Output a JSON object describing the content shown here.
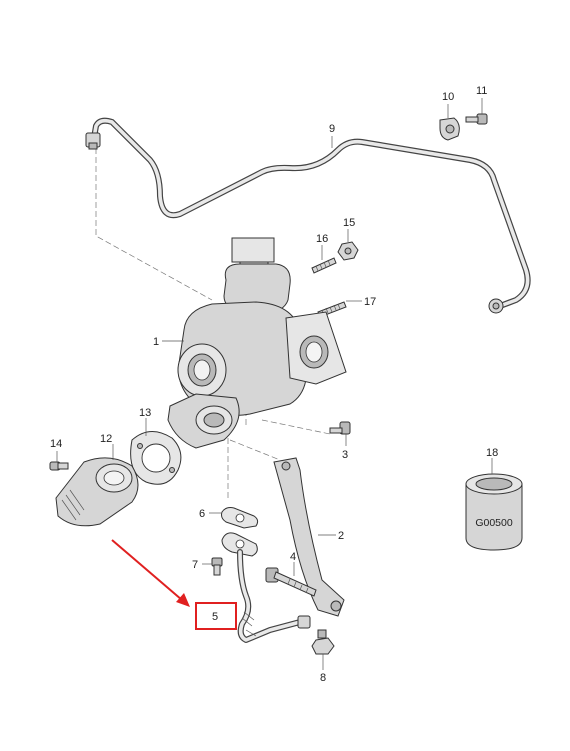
{
  "callouts": [
    {
      "id": "1",
      "label": "1"
    },
    {
      "id": "2",
      "label": "2"
    },
    {
      "id": "3",
      "label": "3"
    },
    {
      "id": "4",
      "label": "4"
    },
    {
      "id": "5",
      "label": "5"
    },
    {
      "id": "6",
      "label": "6"
    },
    {
      "id": "7",
      "label": "7"
    },
    {
      "id": "8",
      "label": "8"
    },
    {
      "id": "9",
      "label": "9"
    },
    {
      "id": "10",
      "label": "10"
    },
    {
      "id": "11",
      "label": "11"
    },
    {
      "id": "12",
      "label": "12"
    },
    {
      "id": "13",
      "label": "13"
    },
    {
      "id": "14",
      "label": "14"
    },
    {
      "id": "15",
      "label": "15"
    },
    {
      "id": "16",
      "label": "16"
    },
    {
      "id": "17",
      "label": "17"
    },
    {
      "id": "18",
      "label": "18"
    }
  ],
  "highlight": {
    "callout": "5",
    "color": "#e02020"
  },
  "can_label": "G00500"
}
